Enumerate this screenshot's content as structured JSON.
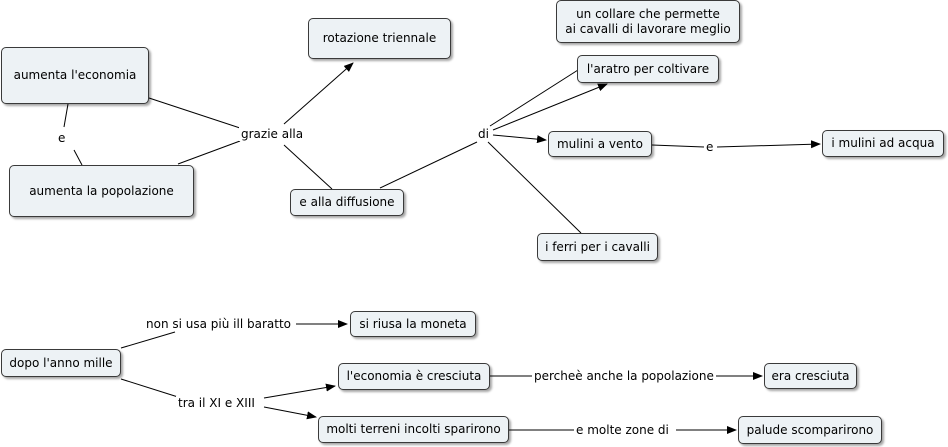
{
  "colors": {
    "node_fill": "#edf2f5",
    "node_border": "#3a3a3a",
    "line": "#000000"
  },
  "nodes": {
    "economia": "aumenta l'economia",
    "popolazione": "aumenta la popolazione",
    "rotazione": "rotazione triennale",
    "diffusione": "e alla diffusione",
    "collare": "un collare che permette\nai cavalli di lavorare meglio",
    "aratro": "l'aratro per coltivare",
    "mulini_vento": "mulini a vento",
    "mulini_acqua": "i mulini ad acqua",
    "ferri": "i ferri per i cavalli",
    "anno_mille": "dopo l'anno mille",
    "moneta": "si riusa la moneta",
    "economia_cresciuta": "l'economia è cresciuta",
    "era_cresciuta": "era cresciuta",
    "terreni": "molti terreni incolti sparirono",
    "palude": "palude scomparirono"
  },
  "labels": {
    "e1": "e",
    "grazie": "grazie alla",
    "di": "di",
    "e2": "e",
    "baratto": "non si usa più ill baratto",
    "secoli": "tra il XI e XIII",
    "percheè": "percheè anche la popolazione",
    "zone": "e molte zone di"
  }
}
